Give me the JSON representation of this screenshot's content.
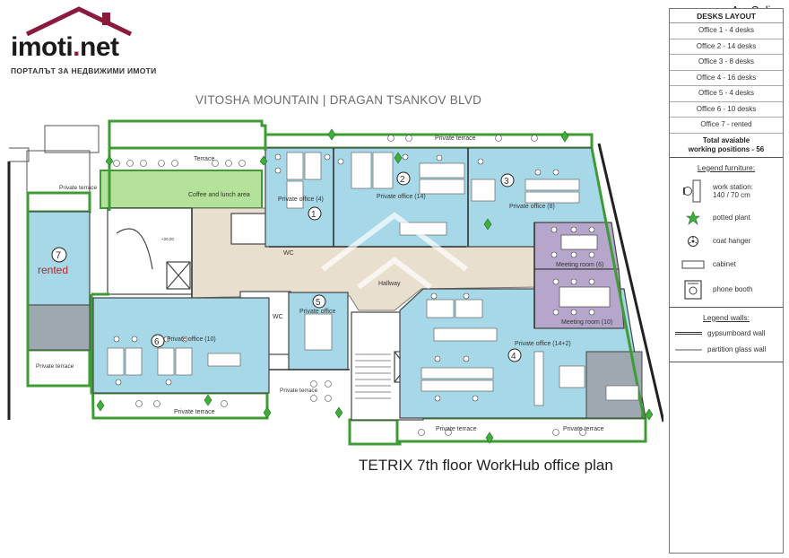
{
  "logo": {
    "brand_main": "imoti",
    "brand_dot": ".",
    "brand_tld": "net",
    "tagline": "ПОРТАЛЪТ ЗА НЕДВИЖИМИ ИМОТИ"
  },
  "watermark": "AvaSplis",
  "street_label": "VITOSHA MOUNTAIN | DRAGAN TSANKOV BLVD",
  "plan_title": "TETRIX 7th floor WorkHub office plan",
  "colors": {
    "office": "#a6d8e8",
    "meeting": "#b6a6cc",
    "kitchen": "#b4e29a",
    "hallway": "#e9dfcf",
    "terrace_wall": "#3f9c35",
    "gray_area": "#9ea8b0"
  },
  "rooms": {
    "terrace_top": "Terrace",
    "coffee": "Coffee and lunch area",
    "private_terrace_top": "Private terrace",
    "office1": "Private office (4)",
    "office2": "Private office (14)",
    "office3": "Private office (8)",
    "meeting6": "Meeting room (6)",
    "meeting10": "Meeting room (10)",
    "hallway": "Hallway",
    "wc1": "WC",
    "wc2": "WC",
    "office5": "Private office",
    "office6": "Private office (10)",
    "office4": "Private office (14+2)",
    "office7": "rented",
    "pt_left_top": "Private terrace",
    "pt_left_bottom": "Private terrace",
    "pt_bottom_left": "Private terrace",
    "pt_mid": "Private terrace",
    "pt_bottom_mid": "Private terrace",
    "pt_bottom_right": "Private terrace",
    "elevation": "+20,20"
  },
  "office_numbers": [
    "1",
    "2",
    "3",
    "4",
    "5",
    "6",
    "7"
  ],
  "sidebar": {
    "desks_title": "DESKS LAYOUT",
    "desks": [
      "Office 1 - 4 desks",
      "Office 2 - 14 desks",
      "Office 3 - 8 desks",
      "Office 4 - 16 desks",
      "Office 5 - 4 desks",
      "Office 6 - 10 desks",
      "Office 7 - rented"
    ],
    "total_line1": "Total avaiable",
    "total_line2": "working positions - 56",
    "legend_furniture_title": "Legend furniture:",
    "legend_furniture": [
      {
        "icon": "workstation-icon",
        "label_1": "work station:",
        "label_2": "140 / 70 cm"
      },
      {
        "icon": "potted-plant-icon",
        "label_1": "potted plant",
        "label_2": ""
      },
      {
        "icon": "coat-hanger-icon",
        "label_1": "coat hanger",
        "label_2": ""
      },
      {
        "icon": "cabinet-icon",
        "label_1": "cabinet",
        "label_2": ""
      },
      {
        "icon": "phone-booth-icon",
        "label_1": "phone booth",
        "label_2": ""
      }
    ],
    "legend_walls_title": "Legend walls:",
    "legend_walls": [
      {
        "label": "gypsumboard wall"
      },
      {
        "label": "partition glass wall"
      }
    ]
  }
}
